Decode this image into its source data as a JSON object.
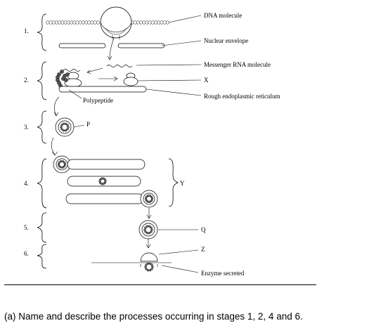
{
  "diagram": {
    "stages": [
      "1.",
      "2.",
      "3.",
      "4.",
      "5.",
      "6."
    ],
    "labels": {
      "dna": "DNA molecule",
      "nuclear_envelope": "Nuclear envelope",
      "mrna": "Messenger RNA molecule",
      "x": "X",
      "rer": "Rough endoplasmic reticulum",
      "polypeptide": "Polypeptide",
      "p": "P",
      "y": "Y",
      "q": "Q",
      "z": "Z",
      "enzyme": "Enzyme secreted"
    }
  },
  "question": {
    "text": "(a) Name and describe the processes occurring in stages 1, 2, 4 and 6."
  }
}
